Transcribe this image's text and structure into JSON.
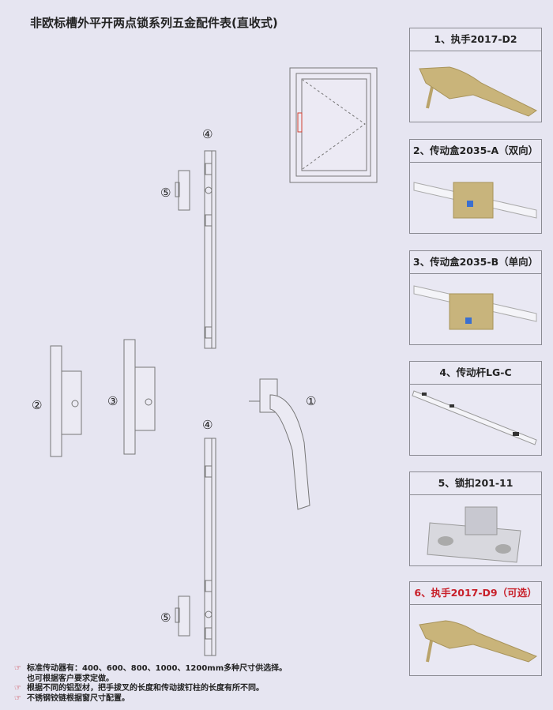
{
  "title": "非欧标槽外平开两点锁系列五金配件表(直收式)",
  "diagram_labels": {
    "n1": "①",
    "n2": "②",
    "n3": "③",
    "n4": "④",
    "n5": "⑤"
  },
  "parts": [
    {
      "label": "1、执手2017-D2",
      "color": "#222222"
    },
    {
      "label": "2、传动盒2035-A（双向）",
      "color": "#222222"
    },
    {
      "label": "3、传动盒2035-B（单向）",
      "color": "#222222"
    },
    {
      "label": "4、传动杆LG-C",
      "color": "#222222"
    },
    {
      "label": "5、锁扣201-11",
      "color": "#222222"
    },
    {
      "label": "6、执手2017-D9（可选）",
      "color": "#c8202a"
    }
  ],
  "notes": {
    "bullet": "☞",
    "items": [
      "标准传动器有：400、600、800、1000、1200mm多种尺寸供选择。也可根据客户要求定做。",
      "根据不同的铝型材，把手拔叉的长度和传动拔钉柱的长度有所不同。",
      "不锈钢铰链根据窗尺寸配置。"
    ]
  }
}
